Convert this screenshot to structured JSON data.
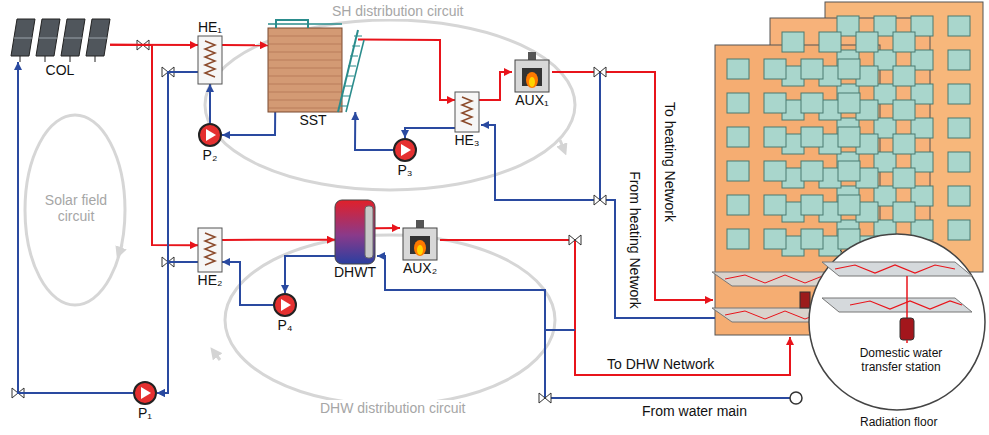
{
  "diagram": {
    "nodes": [
      {
        "text": [
          "COL"
        ]
      },
      {
        "text": [
          "HE₁"
        ]
      },
      {
        "text": [
          "SST"
        ]
      },
      {
        "text": [
          "HE₃"
        ]
      },
      {
        "text": [
          "AUX₁"
        ]
      },
      {
        "text": [
          "P₂"
        ]
      },
      {
        "text": [
          "P₃"
        ]
      },
      {
        "text": [
          "HE₂"
        ]
      },
      {
        "text": [
          "DHWT"
        ]
      },
      {
        "text": [
          "AUX₂"
        ]
      },
      {
        "text": [
          "P₄"
        ]
      },
      {
        "text": [
          "P₁"
        ]
      }
    ],
    "edges": [
      {
        "from": 0,
        "to": 1,
        "arrow": "to"
      },
      {
        "from": 0,
        "to": 7,
        "arrow": "to"
      },
      {
        "from": 1,
        "to": 11,
        "arrow": "to"
      },
      {
        "from": 7,
        "to": 11,
        "arrow": "to"
      },
      {
        "from": 11,
        "to": 0,
        "arrow": "to"
      },
      {
        "from": 1,
        "to": 2,
        "arrow": "to"
      },
      {
        "from": 2,
        "to": 5,
        "arrow": "to"
      },
      {
        "from": 5,
        "to": 1,
        "arrow": "to"
      },
      {
        "from": 2,
        "to": 3,
        "arrow": "to"
      },
      {
        "from": 3,
        "to": 6,
        "arrow": "to"
      },
      {
        "from": 6,
        "to": 2,
        "arrow": "to"
      },
      {
        "from": 3,
        "to": 4,
        "arrow": "to"
      },
      {
        "from": 7,
        "to": 8,
        "arrow": "to"
      },
      {
        "from": 8,
        "to": 9,
        "arrow": "to"
      },
      {
        "from": 8,
        "to": 10,
        "arrow": "to"
      },
      {
        "from": 10,
        "to": 7,
        "arrow": "to"
      }
    ],
    "labels": [
      "SH distribution circuit",
      "Solar field circuit",
      "DHW distribution circuit",
      "To heating Network",
      "From heating Network",
      "To DHW Network",
      "From water main",
      "Domestic water transfer station",
      "Radiation floor"
    ]
  }
}
